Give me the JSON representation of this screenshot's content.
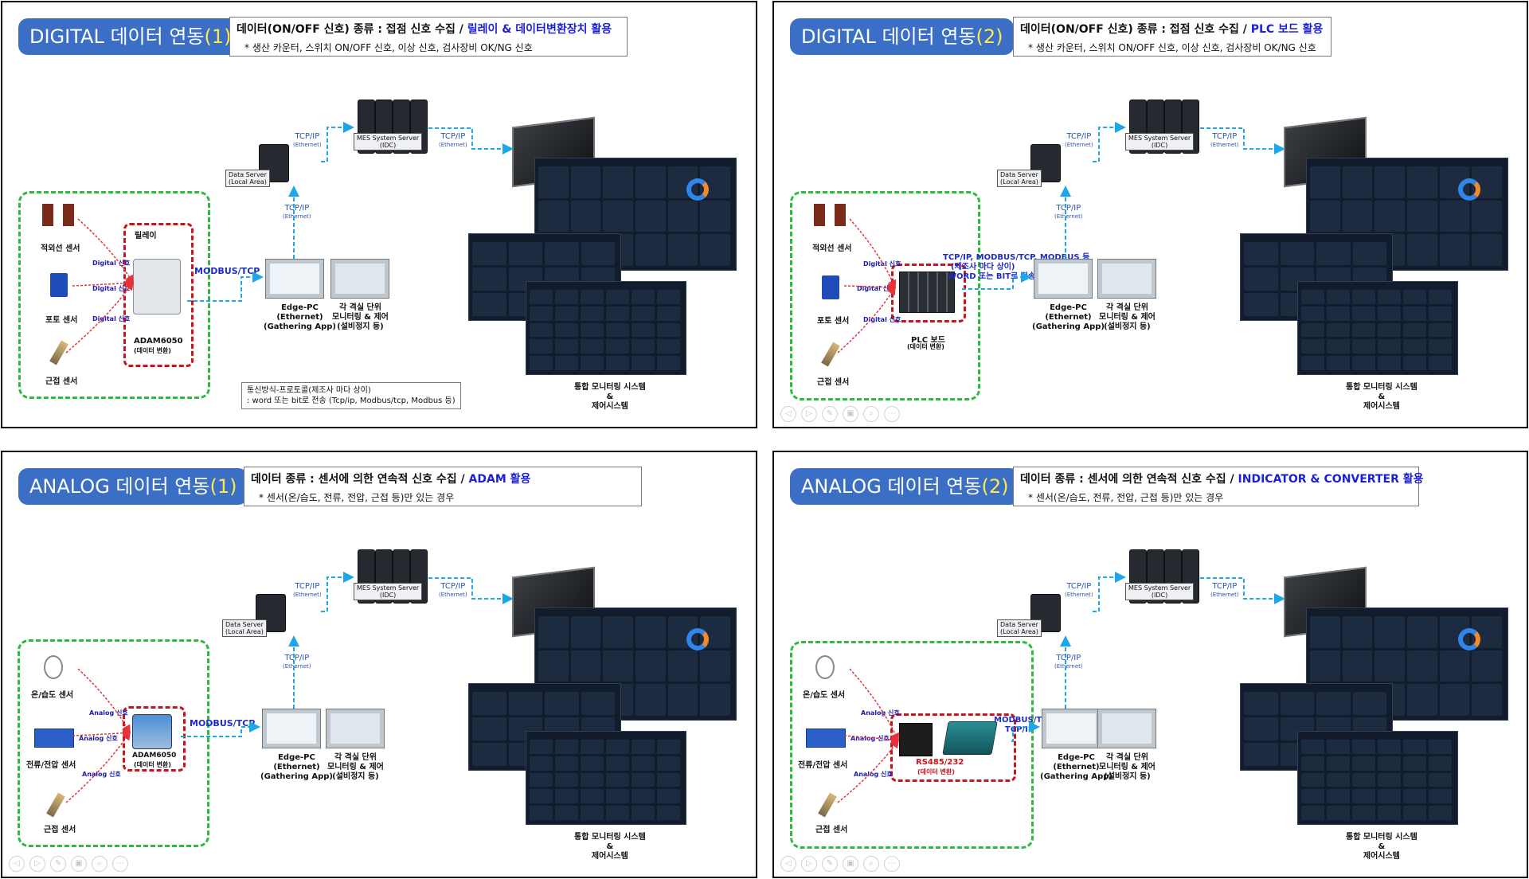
{
  "panels": [
    {
      "title": "DIGITAL 데이터 연동",
      "title_num": "(1)",
      "desc_main": "데이터(ON/OFF 신호) 종류 : 접점 신호 수집 / ",
      "desc_highlight": "릴레이 & 데이터변환장치 활용",
      "desc_sub": "* 생산 카운터, 스위치 ON/OFF 신호, 이상 신호, 검사장비 OK/NG 신호",
      "sensors": [
        "적외선 센서",
        "포토 센서",
        "근접 센서"
      ],
      "signal_label": "Digital 신호",
      "relay_label": "릴레이",
      "converter_label": "ADAM6050",
      "converter_sub": "(데이터 변환)",
      "protocol": "MODBUS/TCP",
      "note_line1": "통신방식-프로토콜(제조사 마다 상이)",
      "note_line2": ": word 또는 bit로 전송 (Tcp/ip, Modbus/tcp, Modbus 등)",
      "show_nav": false
    },
    {
      "title": "DIGITAL 데이터 연동",
      "title_num": "(2)",
      "desc_main": "데이터(ON/OFF 신호) 종류 : 접점 신호 수집 / ",
      "desc_highlight": "PLC 보드 활용",
      "desc_sub": "* 생산 카운터, 스위치 ON/OFF 신호, 이상 신호, 검사장비 OK/NG 신호",
      "sensors": [
        "적외선 센서",
        "포토 센서",
        "근접 센서"
      ],
      "signal_label": "Digital 신호",
      "converter_label": "PLC 보드",
      "converter_sub": "(데이터 변환)",
      "protocol_lines": [
        "TCP/IP, MODBUS/TCP, MODBUS 등",
        "(제조사 마다 상이)",
        "WORD 또는 BIT로 전송"
      ],
      "show_nav": true
    },
    {
      "title": "ANALOG 데이터 연동",
      "title_num": "(1)",
      "desc_main": "데이터 종류 : 센서에 의한 연속적 신호 수집 / ",
      "desc_highlight": "ADAM 활용",
      "desc_sub": "* 센서(온/습도, 전류, 전압, 근접 등)만 있는 경우",
      "sensors": [
        "온/습도 센서",
        "전류/전압 센서",
        "근접 센서"
      ],
      "signal_label": "Analog 신호",
      "converter_label": "ADAM6050",
      "converter_sub": "(데이터 변환)",
      "protocol": "MODBUS/TCP",
      "show_nav": true
    },
    {
      "title": "ANALOG 데이터 연동",
      "title_num": "(2)",
      "desc_main": "데이터 종류 : 센서에 의한 연속적 신호 수집 / ",
      "desc_highlight": "INDICATOR & CONVERTER 활용",
      "desc_sub": "* 센서(온/습도, 전류, 전압, 근접 등)만 있는 경우",
      "sensors": [
        "온/습도 센서",
        "전류/전압 센서",
        "근접 센서"
      ],
      "signal_label": "Analog 신호",
      "converter_label": "RS485/232",
      "converter_sub": "(데이터 변환)",
      "protocol_lines": [
        "MODBUS/TCP",
        "TCP/IP"
      ],
      "show_nav": true
    }
  ],
  "common": {
    "data_server": "Data Server",
    "data_server_sub": "(Local Area)",
    "mes_server": "MES System Server",
    "mes_server_sub": "(IDC)",
    "tcpip": "TCP/IP",
    "ethernet": "(Ethernet)",
    "edge_pc_l1": "Edge-PC",
    "edge_pc_l2": "(Ethernet)",
    "edge_pc_l3": "(Gathering App)",
    "room_l1": "각 격실 단위",
    "room_l2": "모니터링 & 제어",
    "room_l3": "(설비정지 등)",
    "mon_l1": "통합 모니터링 시스템",
    "mon_l2": "&",
    "mon_l3": "제어시스템",
    "nav_icons": [
      "◁",
      "▷",
      "✎",
      "▣",
      "⌕",
      "⋯"
    ]
  },
  "colors": {
    "title_bg": "#3b6ec5",
    "title_num": "#ffe94a",
    "highlight": "#1a1fd8",
    "sensor_box": "#2dbb3d",
    "converter_box": "#c8151b",
    "network_arrow": "#1ea7e8",
    "signal_arrow": "#e8323a"
  }
}
